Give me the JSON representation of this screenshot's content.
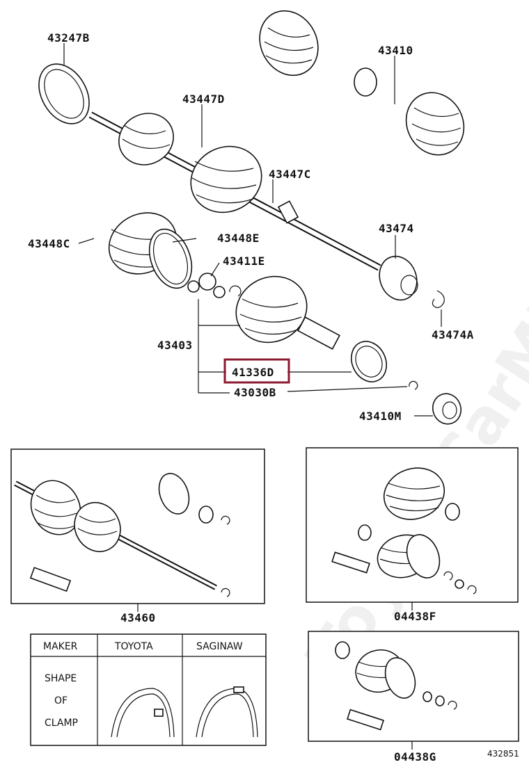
{
  "parts": {
    "p43247B": "43247B",
    "p43410": "43410",
    "p43447D": "43447D",
    "p43447C": "43447C",
    "p43448C": "43448C",
    "p43448E": "43448E",
    "p43411E": "43411E",
    "p43474": "43474",
    "p43474A": "43474A",
    "p43403": "43403",
    "p41336D": "41336D",
    "p43030B": "43030B",
    "p43410M": "43410M",
    "p43460": "43460",
    "p04438F": "04438F",
    "p04438G": "04438G"
  },
  "highlight_color": "#8b1a2e",
  "table": {
    "maker": "MAKER",
    "toyota": "TOYOTA",
    "saginaw": "SAGINAW",
    "shape": "SHAPE",
    "of": "OF",
    "clamp": "CLAMP"
  },
  "diagram_id": "432851",
  "watermark": "ToyotaCarMine.ru"
}
